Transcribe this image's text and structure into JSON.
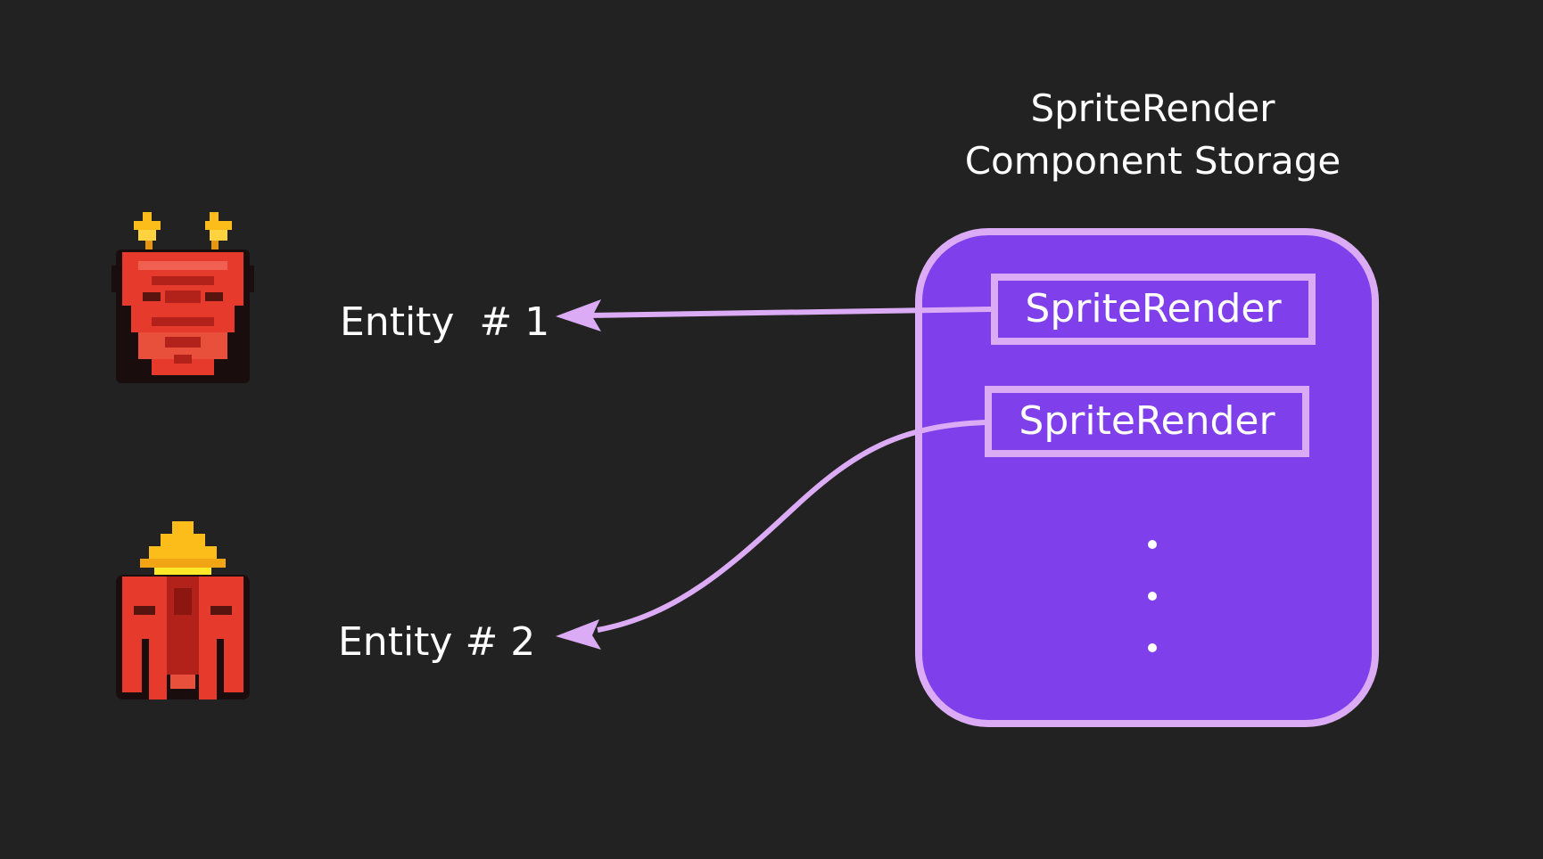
{
  "storage": {
    "title_line1": "SpriteRender",
    "title_line2": "Component Storage",
    "slots": [
      {
        "label": "SpriteRender"
      },
      {
        "label": "SpriteRender"
      }
    ]
  },
  "entities": [
    {
      "label": "Entity  # 1"
    },
    {
      "label": "Entity # 2"
    }
  ],
  "colors": {
    "background": "#222222",
    "storage_fill": "#7f40ec",
    "storage_border": "#dcabf5",
    "arrow": "#dcabf5",
    "sprite_red": "#e53a2c",
    "sprite_dark_red": "#b3221a",
    "sprite_yellow": "#fcbd1a"
  }
}
